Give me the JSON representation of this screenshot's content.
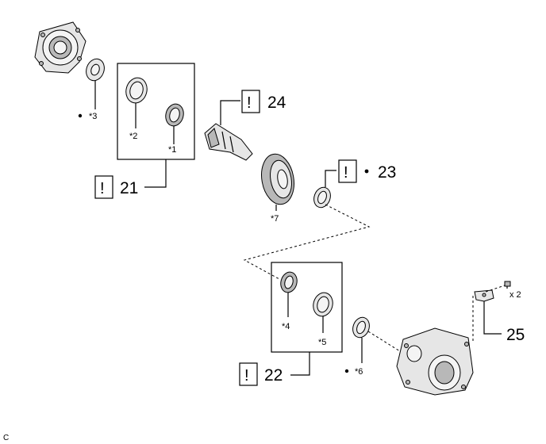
{
  "callouts": {
    "c21": "21",
    "c22": "22",
    "c23": "23",
    "c24": "24",
    "c25": "25"
  },
  "markers": {
    "warning_glyph": "!",
    "dot_glyph": "•"
  },
  "part_labels": {
    "p1": "*1",
    "p2": "*2",
    "p3": "*3",
    "p4": "*4",
    "p5": "*5",
    "p6": "*6",
    "p7": "*7"
  },
  "bolt_qty": "x 2",
  "corner_code": "C"
}
